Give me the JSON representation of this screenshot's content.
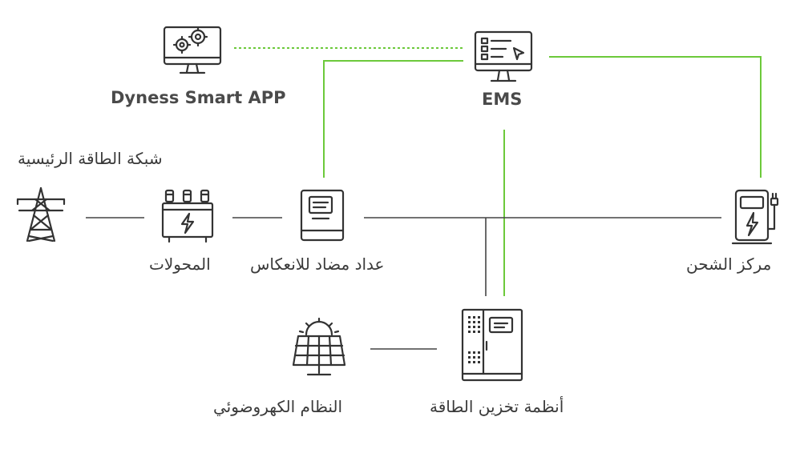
{
  "colors": {
    "accent": "#6cc93a",
    "line": "#444444",
    "icon": "#333333",
    "text": "#3a3a3a"
  },
  "nodes": {
    "app": {
      "label": "Dyness Smart APP",
      "icon": "monitor-gears-icon"
    },
    "ems": {
      "label": "EMS",
      "icon": "monitor-dashboard-icon"
    },
    "grid": {
      "label": "شبكة الطاقة الرئيسية",
      "icon": "power-tower-icon"
    },
    "transformer": {
      "label": "المحولات",
      "icon": "transformer-icon"
    },
    "meter": {
      "label": "عداد مضاد للانعكاس",
      "icon": "electric-meter-icon"
    },
    "charger": {
      "label": "مركز الشحن",
      "icon": "ev-charger-icon"
    },
    "pv": {
      "label": "النظام الكهروضوئي",
      "icon": "solar-panel-icon"
    },
    "storage": {
      "label": "أنظمة تخزين الطاقة",
      "icon": "battery-cabinet-icon"
    }
  }
}
